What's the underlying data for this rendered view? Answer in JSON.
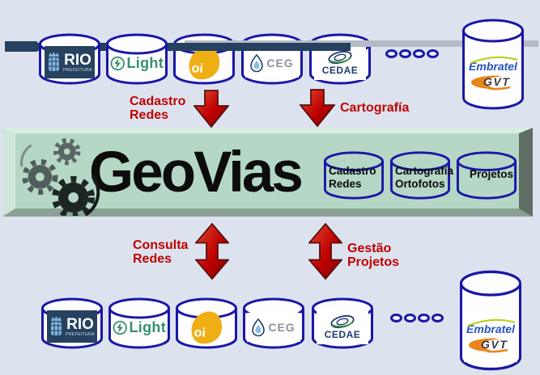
{
  "banner": {
    "title": "GeoVias",
    "databases": [
      {
        "line1": "Cadastro",
        "line2": "Redes"
      },
      {
        "line1": "Cartografía",
        "line2": "Ortofotos"
      },
      {
        "line1": "Projetos"
      }
    ]
  },
  "flows": {
    "top_left": {
      "line1": "Cadastro",
      "line2": "Redes"
    },
    "top_right": {
      "line1": "Cartografía"
    },
    "bottom_left": {
      "line1": "Consulta",
      "line2": "Redes"
    },
    "bottom_right": {
      "line1": "Gestão",
      "line2": "Projetos"
    }
  },
  "logos": {
    "rio": {
      "name": "RIO",
      "sub": "PREFEITURA"
    },
    "light": {
      "name": "Light"
    },
    "oi": {
      "name": "oi"
    },
    "ceg": {
      "name": "CEG"
    },
    "cedae": {
      "name": "CEDAE"
    },
    "embratel": {
      "name": "Embratel",
      "sub": "GVT"
    }
  },
  "colors": {
    "background": "#dce3ee",
    "cylinder_outline": "#1a17a5",
    "banner_green": "#b5d7c6",
    "flow_label_red": "#c00000",
    "bar_navy": "#25415f",
    "bar_gray": "#b5bbc5"
  }
}
